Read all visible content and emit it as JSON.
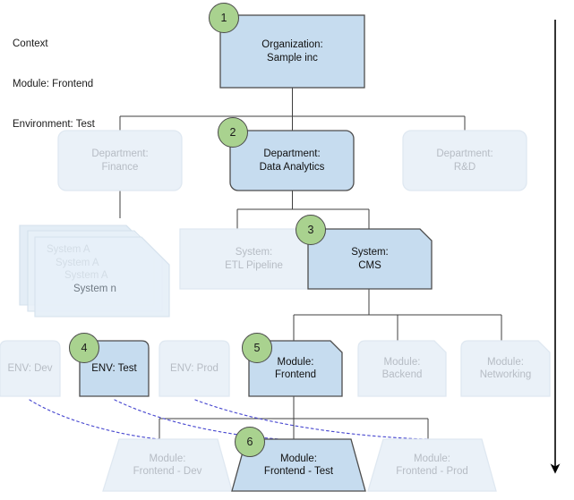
{
  "context": {
    "title": "Context",
    "lines": [
      "Context",
      "Module: Frontend",
      "Environment: Test"
    ]
  },
  "colors": {
    "active_fill": "#c6dcef",
    "faded_fill": "#eaf1f8",
    "active_stroke": "#4d4d4d",
    "faded_stroke": "#dfe8f1",
    "badge_fill": "#a9d28f",
    "badge_stroke": "#4a4a4a",
    "edge": "#3f3f3f",
    "dashed_edge": "#4a4ad0",
    "arrow": "#000000"
  },
  "levels": [
    {
      "name": "organization",
      "nodes": [
        {
          "id": "org",
          "label_lines": [
            "Organization:",
            "Sample inc"
          ],
          "state": "active",
          "badge": "1",
          "shape": "rect"
        }
      ]
    },
    {
      "name": "department",
      "nodes": [
        {
          "id": "dept-finance",
          "label_lines": [
            "Department:",
            "Finance"
          ],
          "state": "faded",
          "badge": null,
          "shape": "rounded"
        },
        {
          "id": "dept-data-analytics",
          "label_lines": [
            "Department:",
            "Data Analytics"
          ],
          "state": "active",
          "badge": "2",
          "shape": "rounded"
        },
        {
          "id": "dept-rd",
          "label_lines": [
            "Department:",
            "R&D"
          ],
          "state": "faded",
          "badge": null,
          "shape": "rounded"
        }
      ]
    },
    {
      "name": "system",
      "nodes": [
        {
          "id": "system-stack",
          "label_lines": [
            "System A",
            "System A",
            "System A",
            "System n"
          ],
          "state": "stack",
          "badge": null,
          "shape": "note-stack"
        },
        {
          "id": "system-etl",
          "label_lines": [
            "System:",
            "ETL Pipeline"
          ],
          "state": "faded",
          "badge": null,
          "shape": "note"
        },
        {
          "id": "system-cms",
          "label_lines": [
            "System:",
            "CMS"
          ],
          "state": "active",
          "badge": "3",
          "shape": "note"
        }
      ]
    },
    {
      "name": "environment",
      "nodes": [
        {
          "id": "env-dev",
          "label_lines": [
            "ENV: Dev"
          ],
          "state": "faded",
          "badge": null,
          "shape": "env"
        },
        {
          "id": "env-test",
          "label_lines": [
            "ENV: Test"
          ],
          "state": "active",
          "badge": "4",
          "shape": "env"
        },
        {
          "id": "env-prod",
          "label_lines": [
            "ENV: Prod"
          ],
          "state": "faded",
          "badge": null,
          "shape": "env"
        }
      ]
    },
    {
      "name": "module",
      "nodes": [
        {
          "id": "module-frontend",
          "label_lines": [
            "Module:",
            "Frontend"
          ],
          "state": "active",
          "badge": "5",
          "shape": "pentagon"
        },
        {
          "id": "module-backend",
          "label_lines": [
            "Module:",
            "Backend"
          ],
          "state": "faded",
          "badge": null,
          "shape": "pentagon"
        },
        {
          "id": "module-networking",
          "label_lines": [
            "Module:",
            "Networking"
          ],
          "state": "faded",
          "badge": null,
          "shape": "pentagon"
        }
      ]
    },
    {
      "name": "module-instance",
      "nodes": [
        {
          "id": "module-frontend-dev",
          "label_lines": [
            "Module:",
            "Frontend - Dev"
          ],
          "state": "faded",
          "badge": null,
          "shape": "trapezoid"
        },
        {
          "id": "module-frontend-test",
          "label_lines": [
            "Module:",
            "Frontend - Test"
          ],
          "state": "active",
          "badge": "6",
          "shape": "trapezoid"
        },
        {
          "id": "module-frontend-prod",
          "label_lines": [
            "Module:",
            "Frontend - Prod"
          ],
          "state": "faded",
          "badge": null,
          "shape": "trapezoid"
        }
      ]
    }
  ],
  "flow_arrow": {
    "label": "",
    "direction": "down"
  }
}
